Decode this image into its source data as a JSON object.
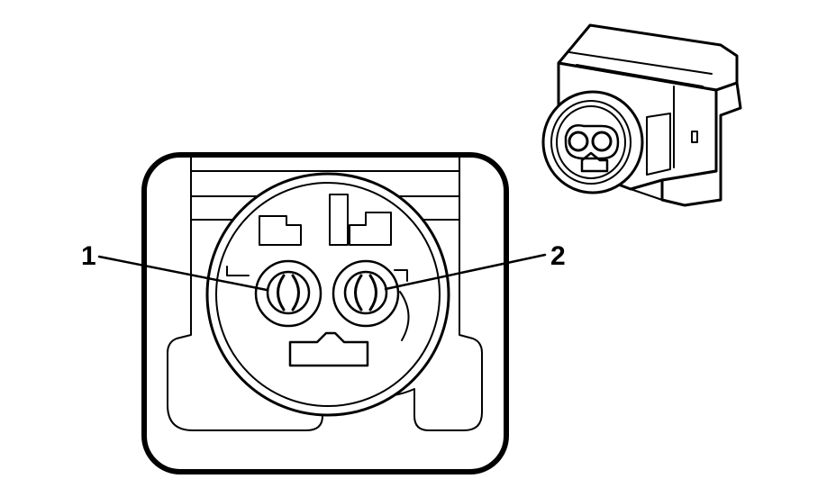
{
  "diagram": {
    "callouts": [
      {
        "id": "pin-1",
        "label": "1"
      },
      {
        "id": "pin-2",
        "label": "2"
      }
    ],
    "colors": {
      "line": "#000000",
      "background": "#ffffff",
      "fill_dark": "#000000"
    }
  }
}
